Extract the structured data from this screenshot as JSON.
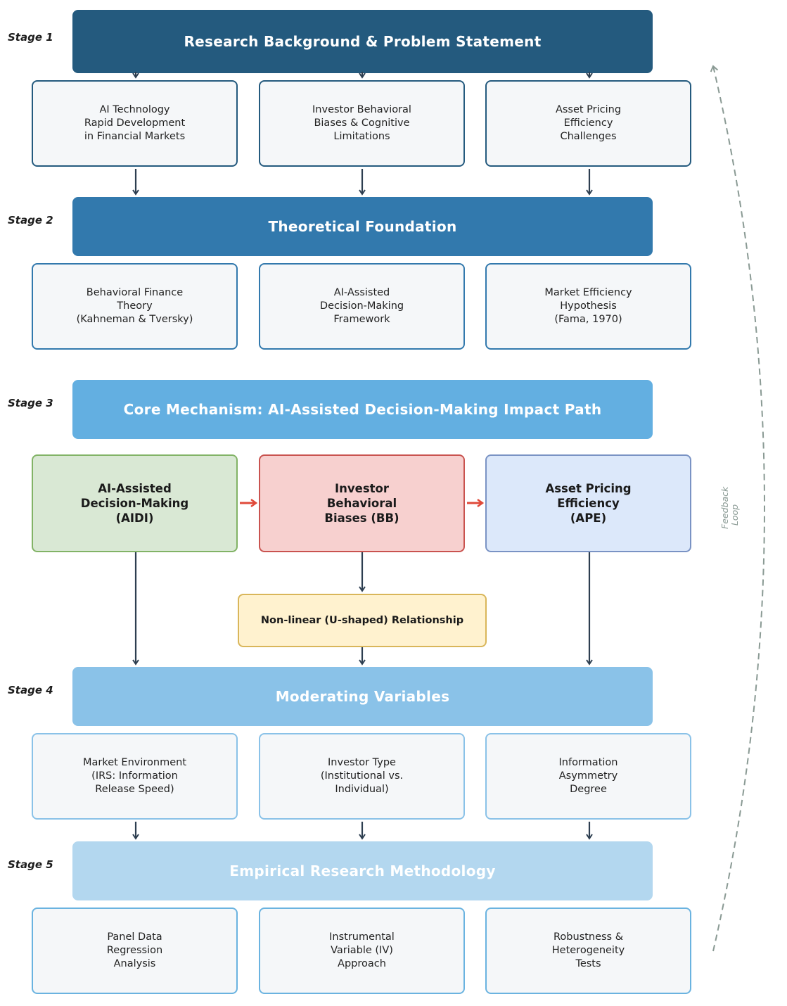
{
  "stages": [
    {
      "label": "Stage 1",
      "title": "Research Background & Problem Statement",
      "boxes": [
        "AI Technology\nRapid Development\nin Financial Markets",
        "Investor Behavioral\nBiases & Cognitive\nLimitations",
        "Asset Pricing\nEfficiency\nChallenges"
      ]
    },
    {
      "label": "Stage 2",
      "title": "Theoretical Foundation",
      "boxes": [
        "Behavioral Finance\nTheory\n(Kahneman & Tversky)",
        "AI-Assisted\nDecision-Making\nFramework",
        "Market Efficiency\nHypothesis\n(Fama, 1970)"
      ]
    },
    {
      "label": "Stage 3",
      "title": "Core Mechanism: AI-Assisted Decision-Making Impact Path",
      "boxes": [
        "AI-Assisted\nDecision-Making\n(AIDI)",
        "Investor\nBehavioral\nBiases (BB)",
        "Asset Pricing\nEfficiency\n(APE)"
      ],
      "relationship": "Non-linear (U-shaped) Relationship"
    },
    {
      "label": "Stage 4",
      "title": "Moderating Variables",
      "boxes": [
        "Market Environment\n(IRS: Information\nRelease Speed)",
        "Investor Type\n(Institutional vs.\nIndividual)",
        "Information\nAsymmetry\nDegree"
      ]
    },
    {
      "label": "Stage 5",
      "title": "Empirical Research Methodology",
      "boxes": [
        "Panel Data\nRegression\nAnalysis",
        "Instrumental\nVariable (IV)\nApproach",
        "Robustness &\nHeterogeneity\nTests"
      ]
    }
  ],
  "feedback_label": "Feedback\nLoop",
  "colors": {
    "stage1": "#245a7e",
    "stage2": "#3279ad",
    "stage3": "#63afe1",
    "stage4": "#8ac2e8",
    "stage5": "#b3d7ef",
    "aidi_bg": "#d9e8d4",
    "aidi_border": "#82b366",
    "bb_bg": "#f7d0cf",
    "bb_border": "#c9534f",
    "ape_bg": "#dce8fa",
    "ape_border": "#7a93c4",
    "red_arrow": "#e04a3a",
    "dark_arrow": "#2d3e50",
    "feedback": "#8a9a94"
  }
}
